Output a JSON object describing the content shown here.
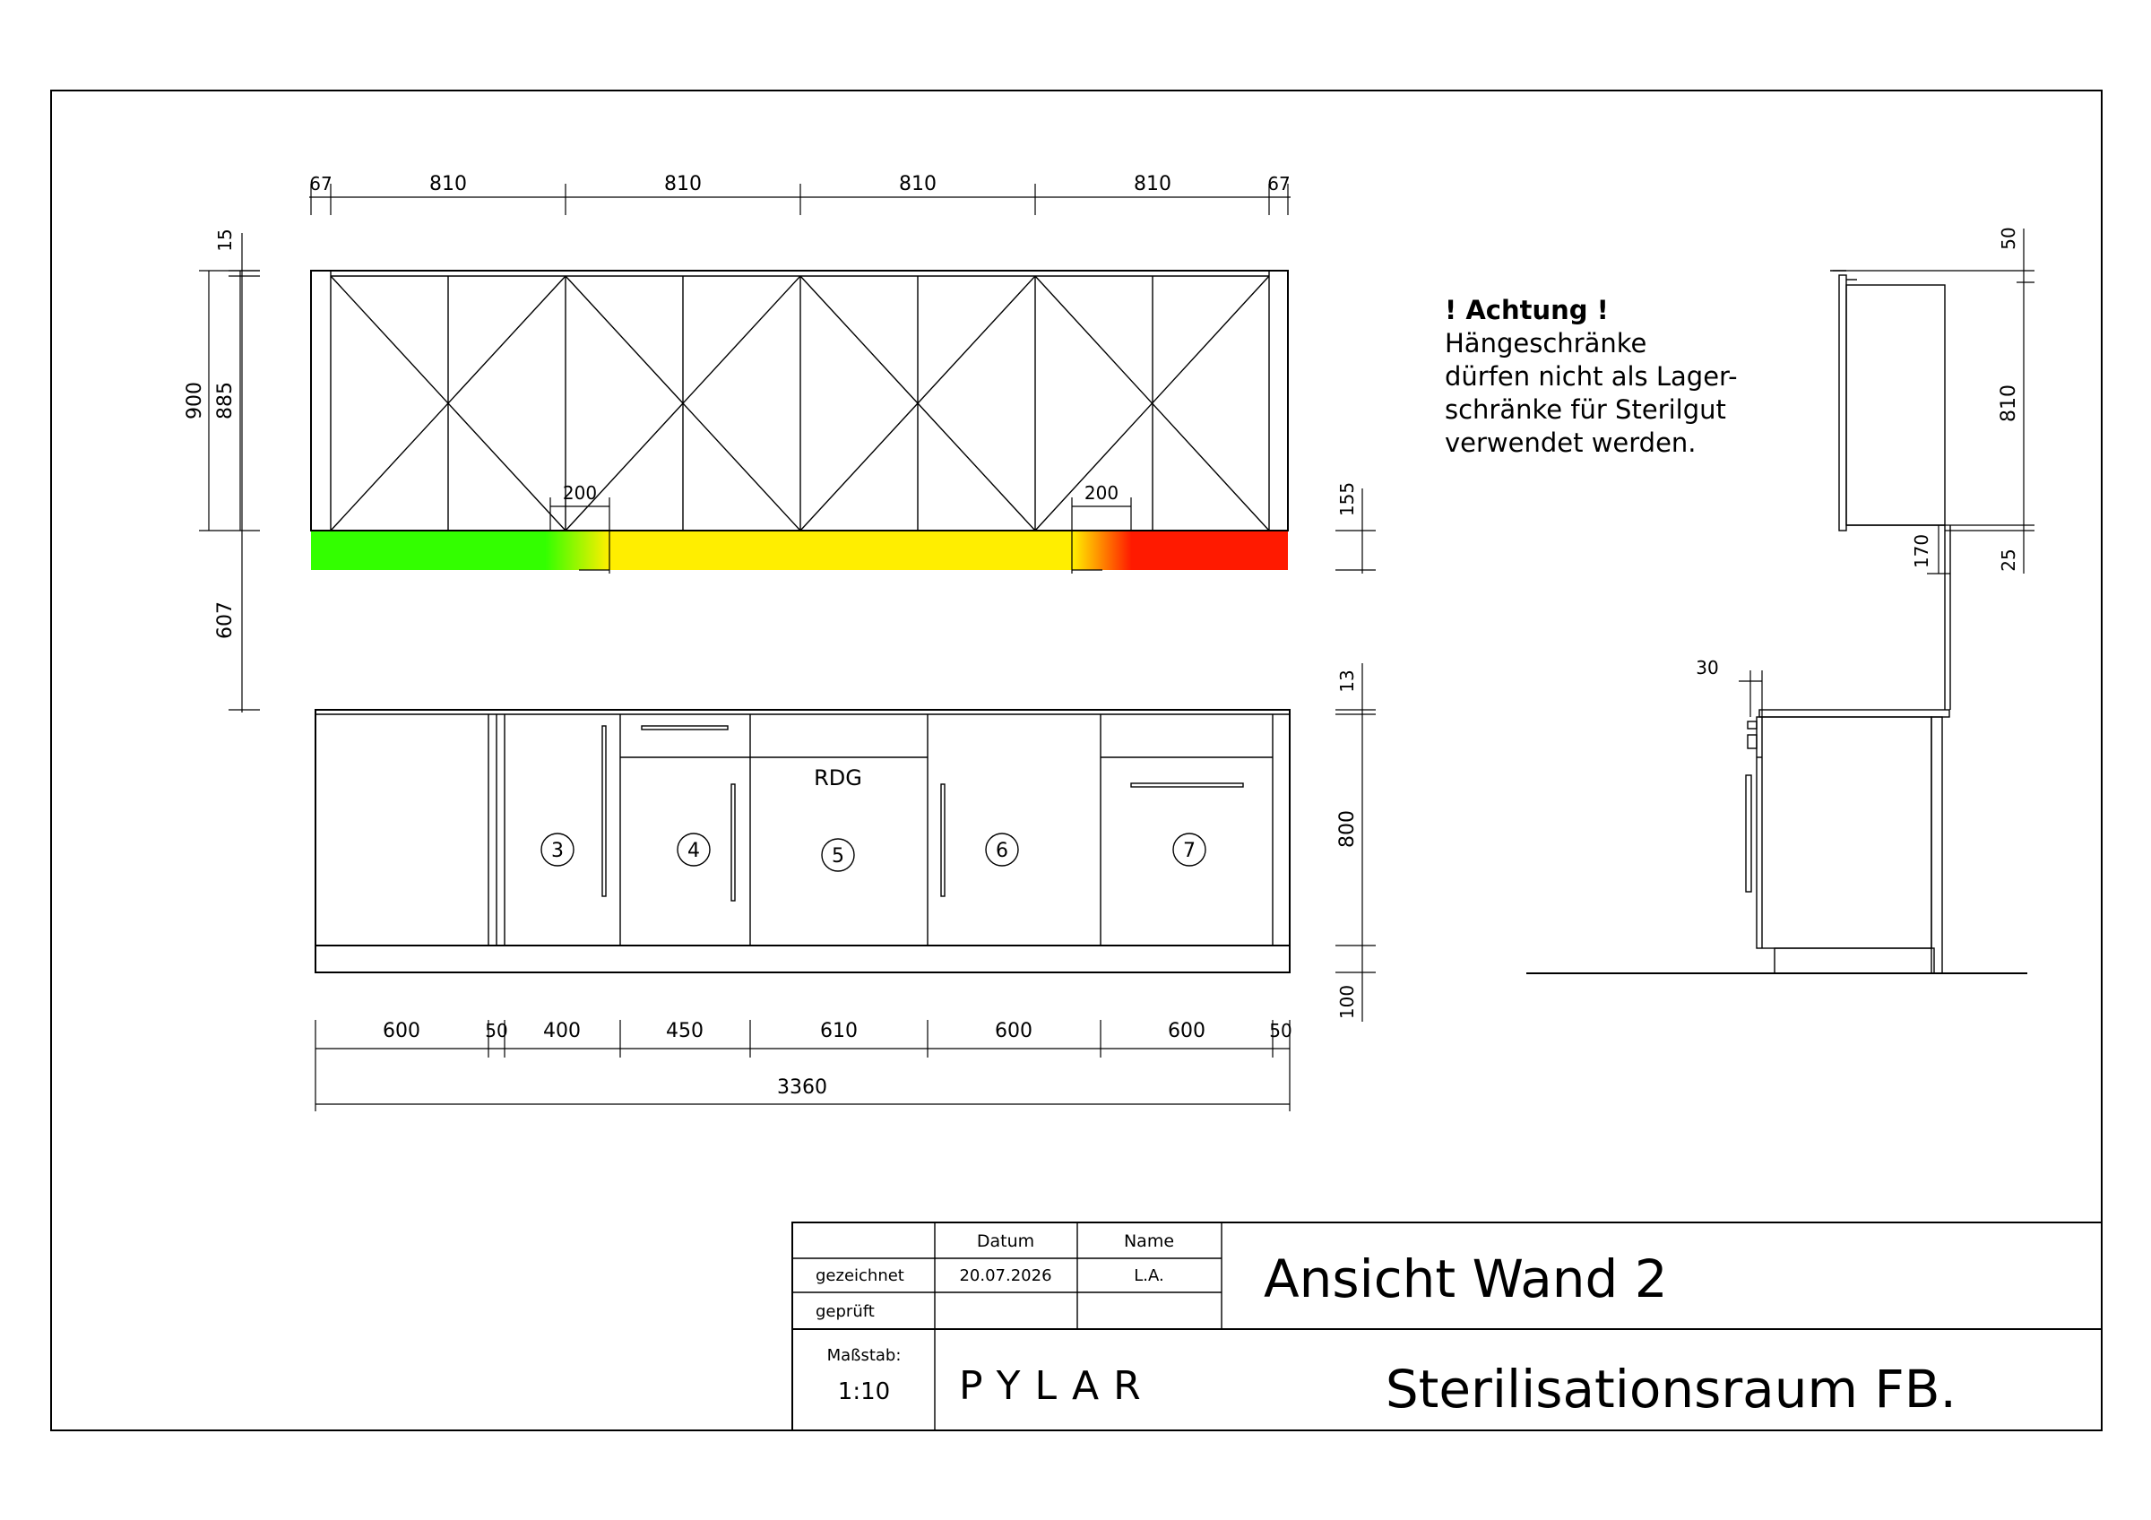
{
  "dims": {
    "top_67_left": "67",
    "top_810_1": "810",
    "top_810_2": "810",
    "top_810_3": "810",
    "top_810_4": "810",
    "top_67_right": "67",
    "left_15": "15",
    "left_900": "900",
    "left_885": "885",
    "left_607": "607",
    "mid_200_left": "200",
    "mid_200_right": "200",
    "mid_155": "155",
    "right_13": "13",
    "right_800": "800",
    "right_100": "100",
    "bottom_600_a": "600",
    "bottom_50_a": "50",
    "bottom_400": "400",
    "bottom_450": "450",
    "bottom_610": "610",
    "bottom_600_b": "600",
    "bottom_600_c": "600",
    "bottom_50_b": "50",
    "bottom_total": "3360",
    "side_50": "50",
    "side_810": "810",
    "side_25": "25",
    "side_170": "170",
    "side_30": "30"
  },
  "cabinets": {
    "label_3": "3",
    "label_4": "4",
    "label_5": "5",
    "label_6": "6",
    "label_7": "7",
    "rdg": "RDG"
  },
  "note": {
    "heading": "! Achtung !",
    "line1": "Hängeschränke",
    "line2": "dürfen nicht als Lager-",
    "line3": "schränke für Sterilgut",
    "line4": "verwendet werden."
  },
  "colors": {
    "green": "#33ff00",
    "yellow": "#ffee00",
    "red": "#ff1a00"
  },
  "title_block": {
    "col_datum": "Datum",
    "col_name": "Name",
    "row_gezeichnet": "gezeichnet",
    "row_geprueft": "geprüft",
    "date": "20.07.2026",
    "name": "L.A.",
    "scale_label": "Maßstab:",
    "scale_value": "1:10",
    "company": "PYLAR",
    "title": "Ansicht Wand 2",
    "subtitle": "Sterilisationsraum FB."
  }
}
